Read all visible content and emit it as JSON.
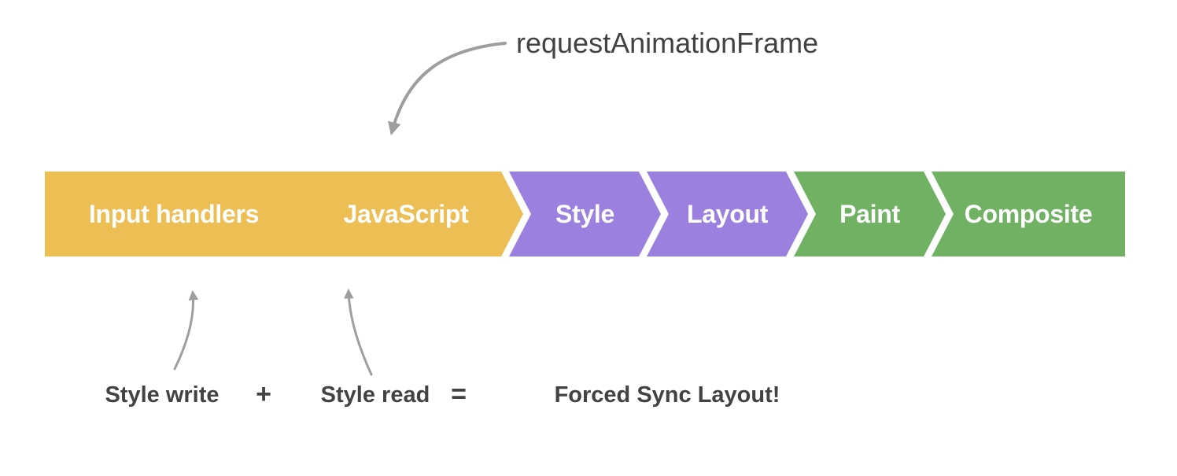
{
  "pipeline": {
    "segments": [
      {
        "label": "Input handlers",
        "color": "#ECBE53"
      },
      {
        "label": "JavaScript",
        "color": "#ECBE53"
      },
      {
        "label": "Style",
        "color": "#9B80E0"
      },
      {
        "label": "Layout",
        "color": "#9B80E0"
      },
      {
        "label": "Paint",
        "color": "#70B164"
      },
      {
        "label": "Composite",
        "color": "#70B164"
      }
    ],
    "label_text_color": "#FFFFFF"
  },
  "annotations": {
    "raf": "requestAnimationFrame",
    "style_write": "Style write",
    "plus": "+",
    "style_read": "Style read",
    "equals": "=",
    "result": "Forced Sync Layout!"
  },
  "colors": {
    "background": "#FFFFFF",
    "annotation_text": "#424242",
    "arrow": "#9E9E9E",
    "yellow": "#ECBE53",
    "purple": "#9B80E0",
    "green": "#70B164"
  }
}
